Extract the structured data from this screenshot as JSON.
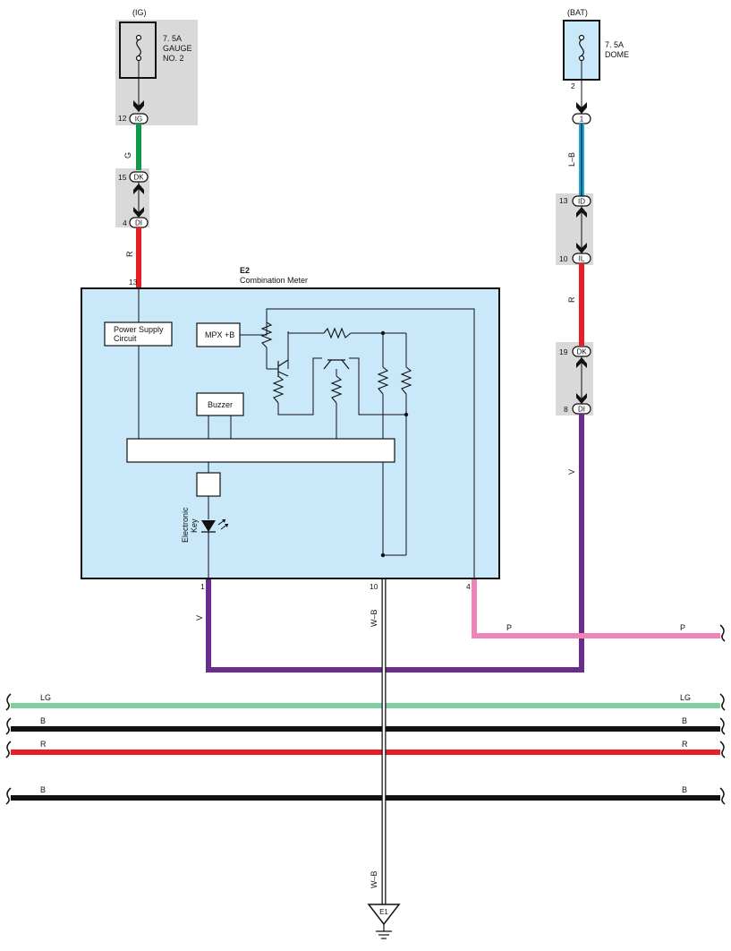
{
  "colors": {
    "G": "#0e9a48",
    "R": "#ea1c24",
    "LB": "#1fa8e0",
    "V": "#6b2c8f",
    "P": "#ef84b8",
    "LG": "#7fcf9f",
    "B": "#111111",
    "WB": "#333333",
    "meter_fill": "#c9e8fa",
    "fuse_fill": "#d9d9d9"
  },
  "fuse_ig": {
    "source": "(IG)",
    "rating": "7. 5A",
    "name_line1": "GAUGE",
    "name_line2": "NO. 2",
    "out_pin": "12",
    "connector": "IG"
  },
  "fuse_bat": {
    "source": "(BAT)",
    "rating": "7. 5A",
    "name": "DOME",
    "out_pin": "2",
    "connector": "1"
  },
  "junction_left": {
    "pin_top": "15",
    "conn_top": "DK",
    "pin_bottom": "4",
    "conn_bottom": "DI"
  },
  "junction_right_1": {
    "pin_top": "13",
    "conn_top": "ID",
    "pin_bottom": "10",
    "conn_bottom": "IL"
  },
  "junction_right_2": {
    "pin_top": "19",
    "conn_top": "DK",
    "pin_bottom": "8",
    "conn_bottom": "DI"
  },
  "wire_labels": {
    "g": "G",
    "r_left": "R",
    "lb": "L–B",
    "r_right": "R",
    "v_right": "V",
    "v_left": "V",
    "wb_top": "W–B",
    "p_mid": "P",
    "p_right": "P",
    "wb_bottom": "W–B"
  },
  "meter": {
    "id": "E2",
    "name": "Combination Meter",
    "pin_power": "13",
    "power_supply_line1": "Power Supply",
    "power_supply_line2": "Circuit",
    "mpx": "MPX +B",
    "buzzer": "Buzzer",
    "key_line1": "Electronic",
    "key_line2": "Key",
    "pin_1": "1",
    "pin_10": "10",
    "pin_4": "4"
  },
  "bus": [
    {
      "left": "LG",
      "right": "LG",
      "color_key": "LG"
    },
    {
      "left": "B",
      "right": "B",
      "color_key": "B"
    },
    {
      "left": "R",
      "right": "R",
      "color_key": "R"
    },
    {
      "left": "B",
      "right": "B",
      "color_key": "B"
    }
  ],
  "ground": {
    "label": "E1"
  }
}
